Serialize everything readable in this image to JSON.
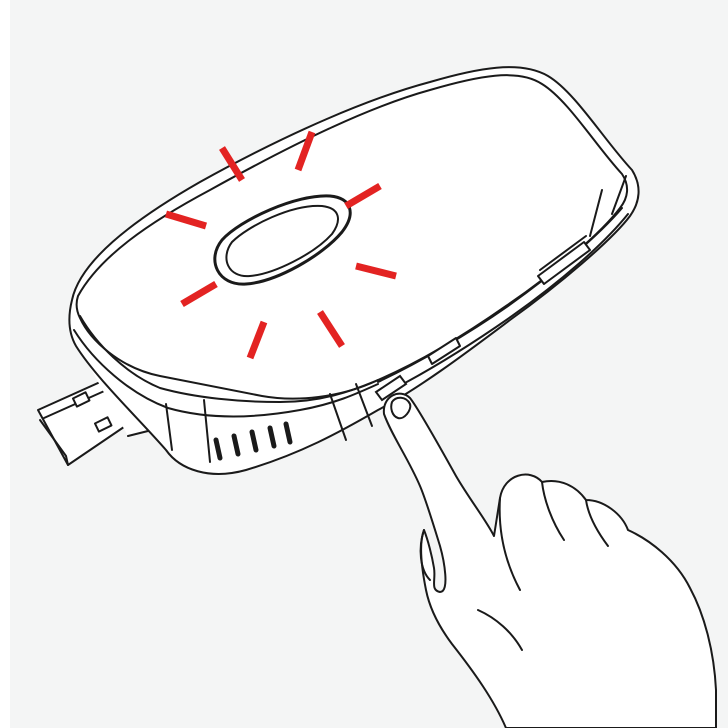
{
  "colors": {
    "background": "#f4f5f5",
    "line": "#1a1a1a",
    "flash": "#e32322",
    "fill": "#ffffff"
  },
  "illustration": {
    "device": "usb-dongle",
    "indicator_state": "flashing",
    "action": "press-side-button",
    "icons": [
      "usb-connector-icon",
      "indicator-light-icon",
      "flash-ray-icon",
      "side-button-icon",
      "pointing-hand-icon"
    ]
  }
}
